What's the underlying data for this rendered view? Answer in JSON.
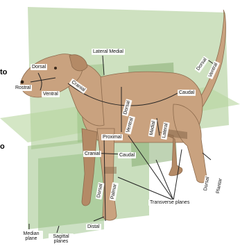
{
  "diagram": {
    "labels": {
      "rostral": "Rostral",
      "dorsal_head": "Dorsal",
      "ventral_head": "Ventral",
      "lateral_medial": "Lateral Medial",
      "cranial": "Cranial",
      "dorsal_body": "Dorsal",
      "ventral_body": "Ventral",
      "caudal_body": "Caudal",
      "dorsal_tail": "Dorsal",
      "ventral_tail": "Ventral",
      "proximal": "Proximal",
      "cranial_leg": "Cranial",
      "caudal_leg": "Caudal",
      "medial": "Medial",
      "lateral": "Lateral",
      "dorsal_forefoot": "Dorsal",
      "palmar": "Palmar",
      "dorsal_hindfoot": "Dorsal",
      "plantar": "Plantar",
      "transverse_planes": "Transverse planes",
      "distal": "Distal",
      "median_plane": "Median plane",
      "sagittal_planes": "Sagittal planes"
    },
    "edge_text": {
      "top_left": "to",
      "mid_left": "o"
    },
    "colors": {
      "dog_fill": "#c9a27f",
      "dog_shade": "#b48a66",
      "plane_green": "#a5c98c",
      "plane_dark": "#7fa86a",
      "line": "#222222"
    }
  }
}
